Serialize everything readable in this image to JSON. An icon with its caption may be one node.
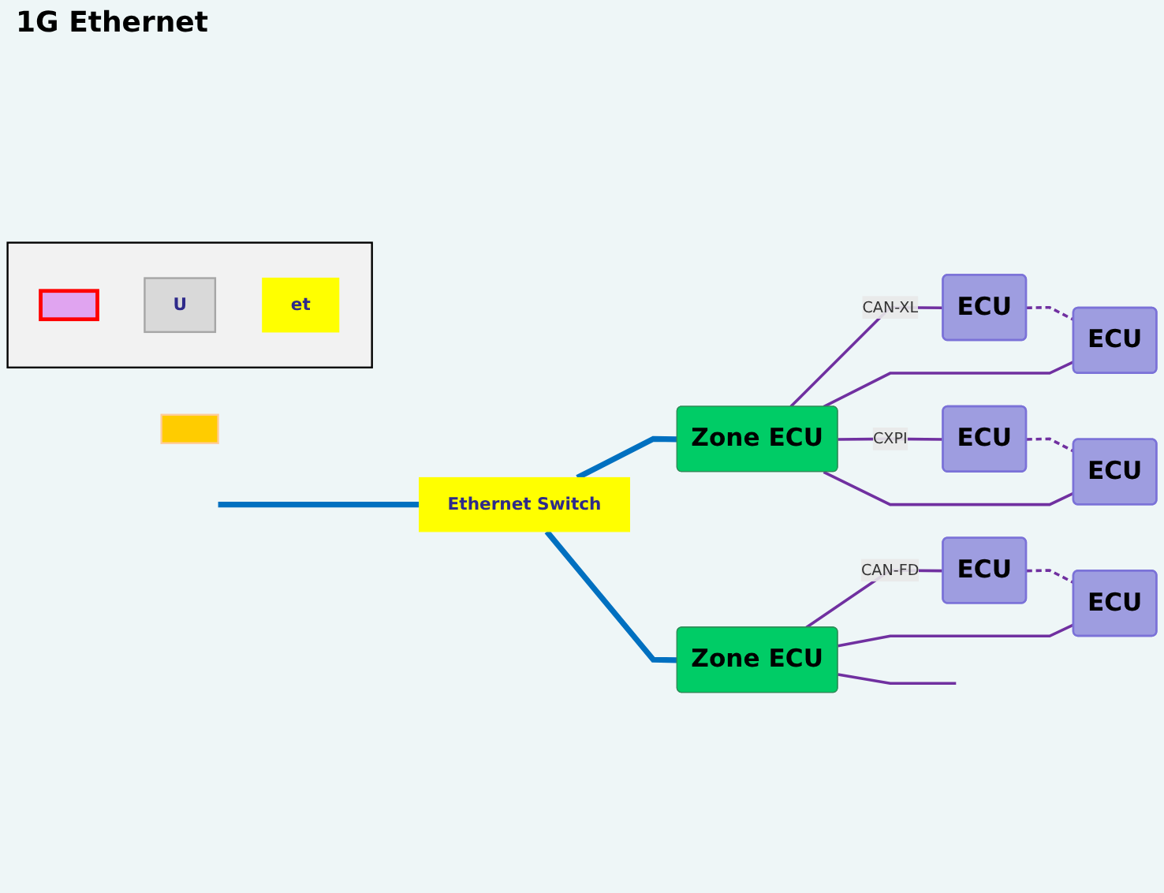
{
  "diagram": {
    "nodes": [
      {
        "text": [],
        "shape": "box"
      },
      {
        "text": [],
        "shape": "box",
        "in": 0
      },
      {
        "text": [
          "U"
        ],
        "in": 0
      },
      {
        "text": [
          "et"
        ],
        "in": 0
      },
      {
        "text": [
          "Zone ECU"
        ]
      },
      {
        "text": [
          "ECU"
        ]
      },
      {
        "text": [
          "ECU"
        ]
      },
      {
        "text": [
          "Ethernet Switch"
        ]
      },
      {
        "text": [
          "ECU"
        ]
      },
      {
        "text": [
          "ECU"
        ]
      },
      {
        "text": [],
        "shape": "box"
      },
      {
        "text": [
          "Zone ECU"
        ]
      },
      {
        "text": [
          "ECU"
        ]
      },
      {
        "text": [
          "ECU"
        ]
      }
    ],
    "edges": [
      {
        "from": 4,
        "to": 5,
        "arrow": "none",
        "label": "CAN-XL"
      },
      {
        "from": 4,
        "to": 6,
        "arrow": "none"
      },
      {
        "from": 5,
        "to": 6,
        "arrow": "none",
        "style": "dashed"
      },
      {
        "from": 4,
        "to": 8,
        "arrow": "none",
        "label": "CXPI"
      },
      {
        "from": 4,
        "to": 9,
        "arrow": "none"
      },
      {
        "from": 8,
        "to": 9,
        "arrow": "none",
        "style": "dashed"
      },
      {
        "from": 7,
        "to": 4,
        "arrow": "none",
        "style": "thick",
        "color": "#0070c0"
      },
      {
        "from": 7,
        "to": 11,
        "arrow": "none",
        "style": "thick",
        "color": "#0070c0"
      },
      {
        "from": null,
        "to": 7,
        "arrow": "none",
        "style": "thick",
        "color": "#0070c0"
      },
      {
        "from": 11,
        "to": 12,
        "arrow": "none",
        "label": "CAN-FD"
      },
      {
        "from": 11,
        "to": 13,
        "arrow": "none"
      },
      {
        "from": 12,
        "to": 13,
        "arrow": "none",
        "style": "dashed"
      },
      {
        "from": 11,
        "to": null,
        "arrow": "none"
      }
    ],
    "labels": [
      "1G Ethernet"
    ]
  }
}
